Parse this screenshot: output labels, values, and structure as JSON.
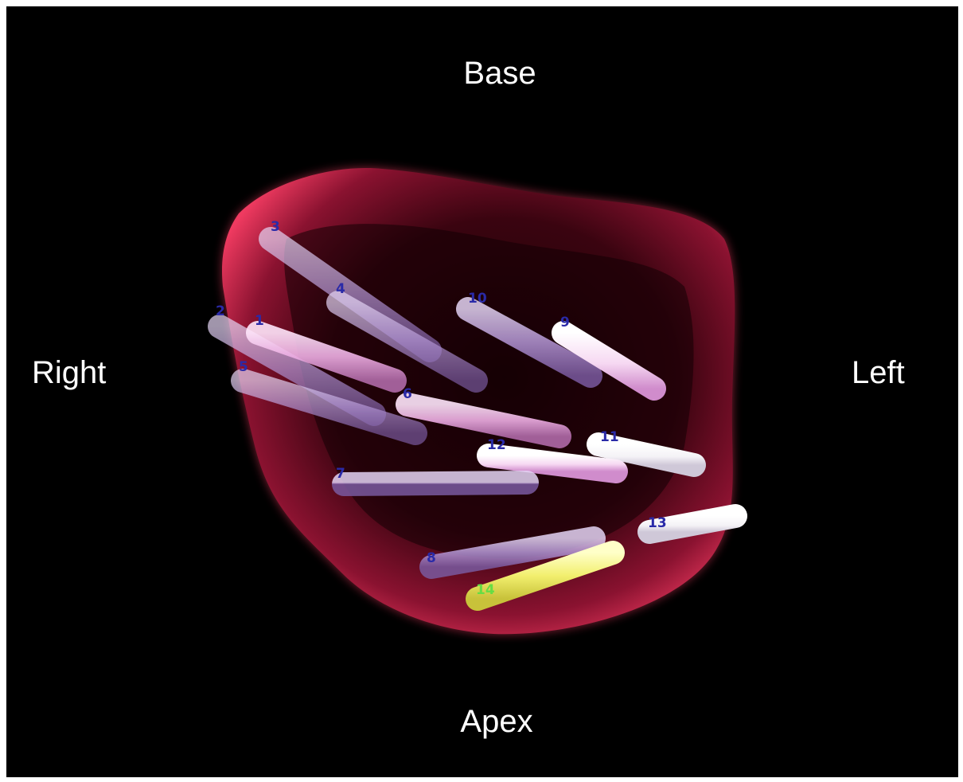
{
  "labels": {
    "base": "Base",
    "apex": "Apex",
    "right": "Right",
    "left": "Left"
  },
  "colors": {
    "background": "#000000",
    "organ_rim": "#e8345a",
    "organ_inner": "#2a0208",
    "needle_violet": "#c8a8e8",
    "needle_pink": "#f0b0e8",
    "needle_white": "#ffffff",
    "needle_yellow": "#f4f27a",
    "number_blue": "#2a2aa8",
    "number_green": "#66dd44"
  },
  "needles": [
    {
      "id": "3",
      "label": "3",
      "tone": "violet"
    },
    {
      "id": "4",
      "label": "4",
      "tone": "violet"
    },
    {
      "id": "10",
      "label": "10",
      "tone": "violet"
    },
    {
      "id": "9",
      "label": "9",
      "tone": "pink-white"
    },
    {
      "id": "2",
      "label": "2",
      "tone": "violet"
    },
    {
      "id": "1",
      "label": "1",
      "tone": "pink"
    },
    {
      "id": "5",
      "label": "5",
      "tone": "violet"
    },
    {
      "id": "6",
      "label": "6",
      "tone": "pink"
    },
    {
      "id": "11",
      "label": "11",
      "tone": "white"
    },
    {
      "id": "12",
      "label": "12",
      "tone": "pink-white"
    },
    {
      "id": "7",
      "label": "7",
      "tone": "violet"
    },
    {
      "id": "13",
      "label": "13",
      "tone": "white"
    },
    {
      "id": "8",
      "label": "8",
      "tone": "violet"
    },
    {
      "id": "14",
      "label": "14",
      "tone": "yellow"
    }
  ]
}
